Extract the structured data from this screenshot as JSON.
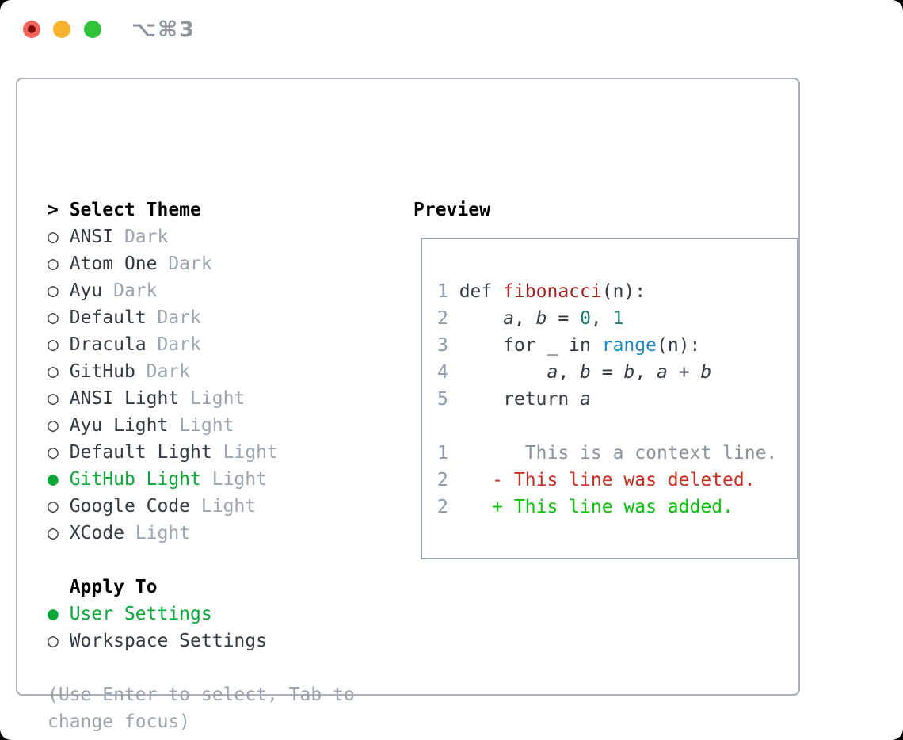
{
  "window": {
    "title": "⌥⌘3"
  },
  "traffic_lights": {
    "close_color": "#f4635b",
    "minimize_color": "#f6b42d",
    "zoom_color": "#30c138"
  },
  "panel": {
    "select_theme": {
      "header_prefix": ">",
      "header": "Select Theme",
      "unselected_marker": "○",
      "selected_marker": "●",
      "selected_color": "#0aa739",
      "items": [
        {
          "name": "ANSI",
          "variant": "Dark",
          "selected": false
        },
        {
          "name": "Atom One",
          "variant": "Dark",
          "selected": false
        },
        {
          "name": "Ayu",
          "variant": "Dark",
          "selected": false
        },
        {
          "name": "Default",
          "variant": "Dark",
          "selected": false
        },
        {
          "name": "Dracula",
          "variant": "Dark",
          "selected": false
        },
        {
          "name": "GitHub",
          "variant": "Dark",
          "selected": false
        },
        {
          "name": "ANSI Light",
          "variant": "Light",
          "selected": false
        },
        {
          "name": "Ayu Light",
          "variant": "Light",
          "selected": false
        },
        {
          "name": "Default Light",
          "variant": "Light",
          "selected": false
        },
        {
          "name": "GitHub Light",
          "variant": "Light",
          "selected": true
        },
        {
          "name": "Google Code",
          "variant": "Light",
          "selected": false
        },
        {
          "name": "XCode",
          "variant": "Light",
          "selected": false
        }
      ]
    },
    "apply_to": {
      "header": "Apply To",
      "items": [
        {
          "name": "User Settings",
          "selected": true
        },
        {
          "name": "Workspace Settings",
          "selected": false
        }
      ]
    },
    "hint_lines": [
      "(Use Enter to select, Tab to",
      "change focus)"
    ]
  },
  "preview": {
    "title": "Preview",
    "code_lines": [
      {
        "num": "1",
        "segments": [
          {
            "t": "def ",
            "c": "fg"
          },
          {
            "t": "fibonacci",
            "c": "fn"
          },
          {
            "t": "(n):",
            "c": "fg"
          }
        ]
      },
      {
        "num": "2",
        "segments": [
          {
            "t": "    ",
            "c": "fg"
          },
          {
            "t": "a",
            "c": "var"
          },
          {
            "t": ", ",
            "c": "fg"
          },
          {
            "t": "b",
            "c": "var"
          },
          {
            "t": " = ",
            "c": "fg"
          },
          {
            "t": "0",
            "c": "num"
          },
          {
            "t": ", ",
            "c": "fg"
          },
          {
            "t": "1",
            "c": "num"
          }
        ]
      },
      {
        "num": "3",
        "segments": [
          {
            "t": "    for _ in ",
            "c": "fg"
          },
          {
            "t": "range",
            "c": "bi"
          },
          {
            "t": "(n):",
            "c": "fg"
          }
        ]
      },
      {
        "num": "4",
        "segments": [
          {
            "t": "        ",
            "c": "fg"
          },
          {
            "t": "a",
            "c": "var"
          },
          {
            "t": ", ",
            "c": "fg"
          },
          {
            "t": "b",
            "c": "var"
          },
          {
            "t": " = ",
            "c": "fg"
          },
          {
            "t": "b",
            "c": "var"
          },
          {
            "t": ", ",
            "c": "fg"
          },
          {
            "t": "a",
            "c": "var"
          },
          {
            "t": " + ",
            "c": "fg"
          },
          {
            "t": "b",
            "c": "var"
          }
        ]
      },
      {
        "num": "5",
        "segments": [
          {
            "t": "    return ",
            "c": "fg"
          },
          {
            "t": "a",
            "c": "var"
          }
        ]
      }
    ],
    "diff_lines": [
      {
        "num": "1",
        "marker": "",
        "text": "This is a context line.",
        "type": "ctx"
      },
      {
        "num": "2",
        "marker": "-",
        "text": "This line was deleted.",
        "type": "del"
      },
      {
        "num": "2",
        "marker": "+",
        "text": "This line was added.",
        "type": "add"
      }
    ],
    "diff_colors": {
      "context": "#8b939c",
      "deleted": "#c62f20",
      "added": "#0bbf0b"
    }
  }
}
